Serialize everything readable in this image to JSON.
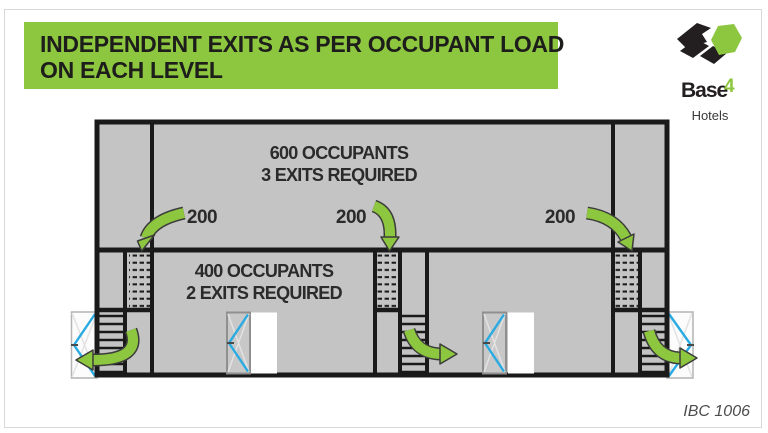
{
  "header": {
    "title_line1": "INDEPENDENT EXITS AS PER OCCUPANT LOAD",
    "title_line2": "ON EACH LEVEL",
    "bg_color": "#8DC63F"
  },
  "logo": {
    "brand": "Base",
    "brand_number": "4",
    "subtitle": "Hotels",
    "green": "#8DC63F",
    "ink": "#231F20"
  },
  "diagram": {
    "upper_level": {
      "label_line1": "600 OCCUPANTS",
      "label_line2": "3 EXITS REQUIRED",
      "exit_loads": [
        "200",
        "200",
        "200"
      ]
    },
    "lower_level": {
      "label_line1": "400 OCCUPANTS",
      "label_line2": "2 EXITS REQUIRED"
    },
    "colors": {
      "floor_fill": "#C4C4C5",
      "wall": "#1A1A1A",
      "arrow_green": "#8DC63F",
      "door_blue": "#29ABE2"
    }
  },
  "footer": {
    "code_reference": "IBC 1006"
  }
}
